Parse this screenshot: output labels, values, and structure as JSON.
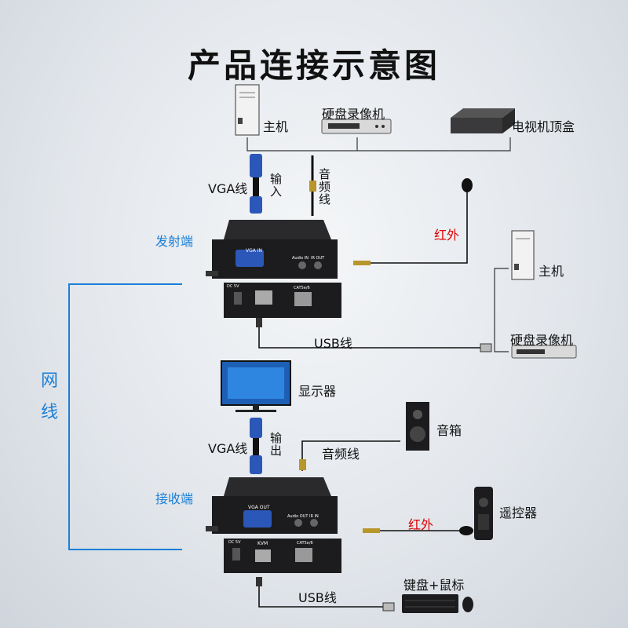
{
  "title": "产品连接示意图",
  "labels": {
    "host_top": "主机",
    "dvr_top": "硬盘录像机",
    "stb": "电视机顶盒",
    "vga_top": "VGA线",
    "input": "输入",
    "audio_cable_top": "音频线",
    "transmitter": "发射端",
    "ir_top": "红外",
    "host_right": "主机",
    "usb_top": "USB线",
    "dvr_right": "硬盘录像机",
    "network_cable": "网线",
    "monitor": "显示器",
    "speaker": "音箱",
    "vga_bottom": "VGA线",
    "output": "输出",
    "audio_cable_bottom": "音频线",
    "receiver": "接收端",
    "remote": "遥控器",
    "ir_bottom": "红外",
    "usb_bottom": "USB线",
    "keyboard_mouse": "键盘+鼠标"
  },
  "device_marks": {
    "vga_in": "VGA IN",
    "audio_in": "Audio IN",
    "ir_out": "IR OUT",
    "dc5v_top": "DC 5V",
    "cat_top": "CAT5e/6",
    "vga_out": "VGA OUT",
    "audio_out": "Audio OUT",
    "ir_in": "IR IN",
    "dc5v_bottom": "DC 5V",
    "kvm": "KVM",
    "cat_bottom": "CAT5e/6"
  },
  "colors": {
    "accent_blue": "#1a7fd6",
    "ir_red": "#e00000",
    "device_body": "#1c1c1e",
    "cable_black": "#111111"
  }
}
